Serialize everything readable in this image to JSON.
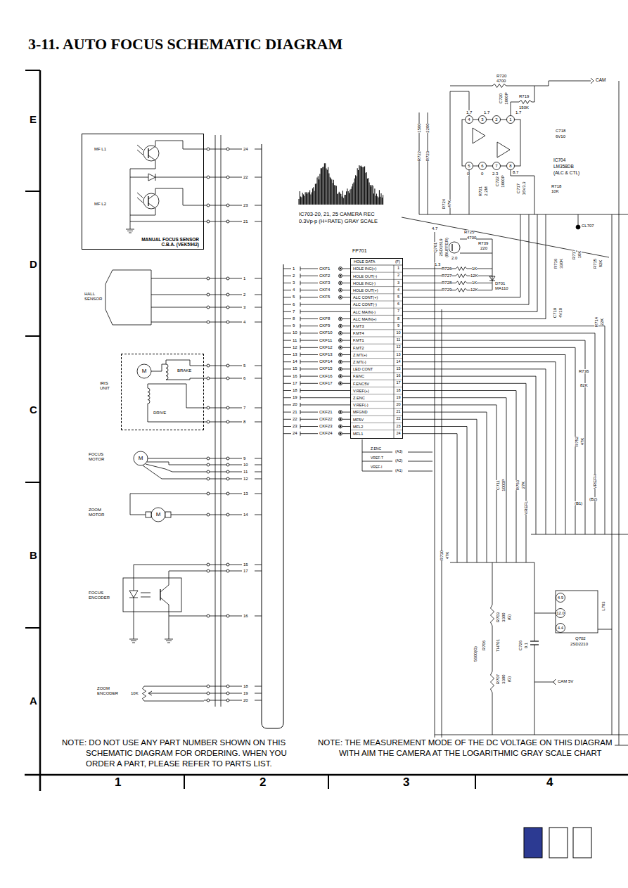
{
  "diagram": {
    "title": "3-11. AUTO FOCUS SCHEMATIC DIAGRAM",
    "nodes": [
      {
        "text": [
          "MANUAL FOCUS SENSOR C.B.A. (VEK5942)"
        ]
      },
      {
        "text": [
          "IRIS UNIT"
        ]
      },
      {
        "text": [
          "FP701",
          "HOLE DATA",
          "(F)",
          "HOLE INC(+)",
          "HOLE OUT(-)",
          "HOLE INC(-)",
          "HOLE OUT(+)",
          "ALC CONT(+)",
          "ALC CONT(-)",
          "ALC MAIN(-)",
          "ALC MAIN(+)",
          "F.MT3",
          "F.MT4",
          "F.MT1",
          "F.MT2",
          "Z.MT(+)",
          "Z.MT(-)",
          "LED CONT",
          "F.ENC",
          "F.ENC5V",
          "V.REF(+)",
          "Z.ENC",
          "V.REF(-)",
          "MFGND",
          "MF5V",
          "MFL2",
          "MFL1"
        ]
      }
    ],
    "labels": [
      "E",
      "D",
      "C",
      "B",
      "A",
      "1",
      "2",
      "3",
      "4",
      "MF L1",
      "MF L2",
      "24",
      "22",
      "23",
      "21",
      "1",
      "2",
      "3",
      "4",
      "5",
      "6",
      "7",
      "8",
      "9",
      "10",
      "11",
      "12",
      "13",
      "14",
      "15",
      "17",
      "16",
      "18",
      "19",
      "20",
      "M",
      "BRAKE",
      "DRIVE",
      "HALL SENSOR",
      "FOCUS MOTOR",
      "M",
      "ZOOM MOTOR",
      "M",
      "FOCUS ENCODER",
      "ZOOM ENCODER",
      "10K",
      "1",
      "2",
      "3",
      "4",
      "5",
      "6",
      "7",
      "8",
      "9",
      "10",
      "11",
      "12",
      "13",
      "14",
      "15",
      "16",
      "17",
      "18",
      "19",
      "20",
      "21",
      "22",
      "23",
      "24",
      "CKF1",
      "CKF2",
      "CKF3",
      "CKF4",
      "CKF5",
      "CKF8",
      "CKF9",
      "CKF10",
      "CKF11",
      "CKF12",
      "CKF13",
      "CKF14",
      "CKF15",
      "CKF16",
      "CKF17",
      "CKF21",
      "CKF22",
      "CKF23",
      "CKF24",
      "1",
      "2",
      "3",
      "4",
      "5",
      "6",
      "7",
      "8",
      "9",
      "10",
      "11",
      "12",
      "13",
      "14",
      "15",
      "16",
      "17",
      "18",
      "19",
      "20",
      "21",
      "22",
      "23",
      "24",
      "IC703-20, 21, 25 CAMERA REC",
      "0.3Vp-p (H+RATE) GRAY SCALE",
      "Z.ENC",
      "VREF-T",
      "VREF-I",
      "(A3)",
      "(A2)",
      "(A1)",
      "R720",
      "4700",
      "R719",
      "150K",
      "1.7",
      "1.7",
      "1.7",
      "C720",
      "1000P",
      "4",
      "3",
      "2",
      "1",
      "5",
      "6",
      "7",
      "8",
      "0",
      "0",
      "2.3",
      "8.7",
      "1500",
      "R722",
      "2200",
      "R723",
      "C718",
      "6V10",
      "IC704",
      "LM358DB",
      "(ALC & CTL)",
      "R724",
      "47K",
      "R721",
      "2.2M",
      "C722",
      "1000P",
      "C717",
      "16V3.3",
      "R718",
      "10K",
      "CL707",
      "Q701",
      "2SD1819",
      "(BUFFER)",
      "4.7",
      "R725",
      "4700",
      "R739",
      "220",
      "2.0",
      "1.3",
      "R726",
      "1K",
      "R727",
      "12K",
      "R728",
      "1K",
      "R729",
      "12K",
      "D701",
      "MA110",
      "R716",
      "330K",
      "R717",
      "10K",
      "R715",
      "82K",
      "C719",
      "4V10",
      "R714",
      "22K",
      "R736",
      "82K",
      "R752",
      "47K",
      "VREFH",
      "C711",
      "1000P",
      "R753",
      "27K",
      "VREFL",
      "(B1)",
      "(B2)",
      "R730",
      "47K",
      "R703",
      "3300",
      "(G)",
      "4.9",
      "12.0",
      "4.4",
      "L703",
      "TH701",
      "R706",
      "5600(G)",
      "C726",
      "0.1",
      "Q702",
      "2SD2210",
      "R707",
      "3300",
      "(G)",
      "CAM 5V",
      "CAM",
      "NOTE: DO NOT USE ANY PART NUMBER SHOWN ON THIS SCHEMATIC DIAGRAM FOR ORDERING. WHEN YOU ORDER A PART, PLEASE REFER TO PARTS LIST.",
      "NOTE: THE MEASUREMENT MODE OF THE DC VOLTAGE ON THIS DIAGRAM WITH AIM THE CAMERA AT THE LOGARITHMIC GRAY SCALE CHART"
    ]
  }
}
